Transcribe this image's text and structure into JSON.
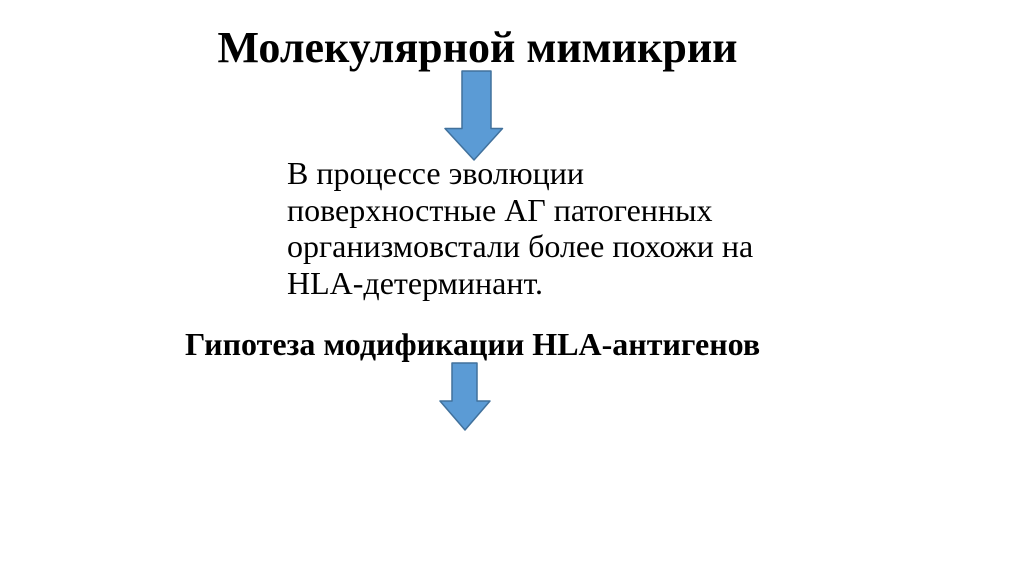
{
  "slide": {
    "title": "Молекулярной мимикрии",
    "paragraph_lines": [
      "В процессе эволюции",
      "поверхностные АГ патогенных",
      "организмовстали более похожи на",
      "HLA-детерминант."
    ],
    "hypothesis": "Гипотеза модификации HLA-антигенов",
    "colors": {
      "background": "#FFFFFF",
      "text": "#000000",
      "arrow_fill": "#5B9BD5",
      "arrow_border": "#41719C"
    }
  }
}
